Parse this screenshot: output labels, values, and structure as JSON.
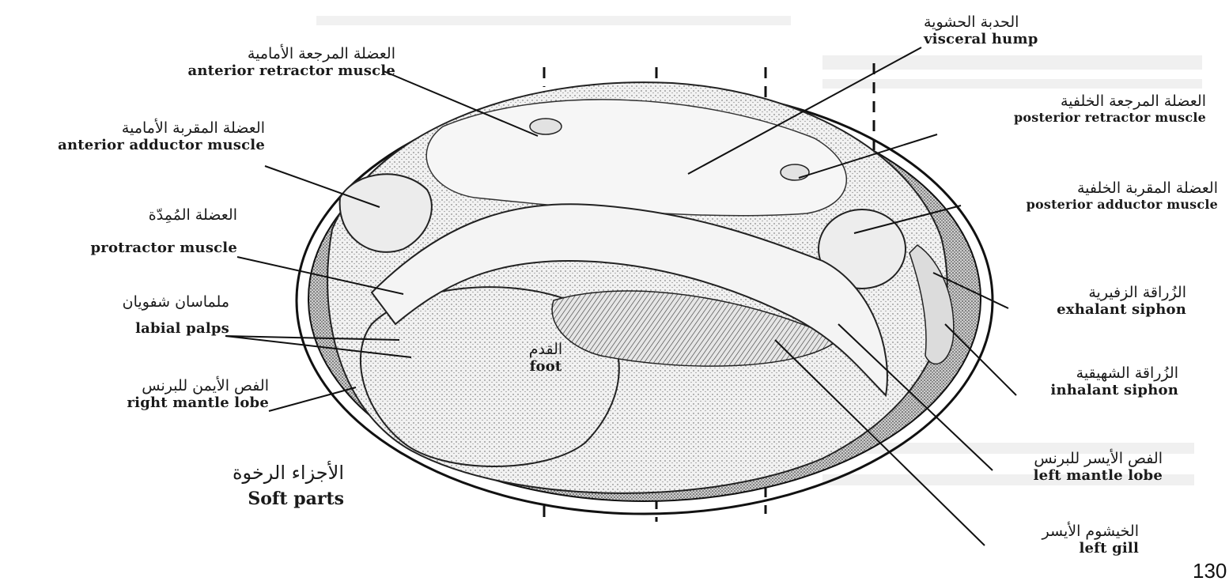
{
  "labels": {
    "visceral_hump": {
      "ar": "الحدبة الحشوية",
      "en": "visceral hump"
    },
    "anterior_retractor": {
      "ar": "العضلة المرجعة الأمامية",
      "en": "anterior retractor muscle"
    },
    "posterior_retractor": {
      "ar": "العضلة المرجعة الخلفية",
      "en": "posterior retractor muscle"
    },
    "anterior_adductor": {
      "ar": "العضلة المقربة الأمامية",
      "en": "anterior adductor muscle"
    },
    "posterior_adductor": {
      "ar": "العضلة المقربة الخلفية",
      "en": "posterior adductor muscle"
    },
    "protractor": {
      "ar": "العضلة المُمِدّة",
      "en": "protractor muscle"
    },
    "exhalant_siphon": {
      "ar": "الزُراقة الزفيرية",
      "en": "exhalant siphon"
    },
    "labial_palps": {
      "ar": "ملماسان شفويان",
      "en": "labial palps"
    },
    "foot": {
      "ar": "القدم",
      "en": "foot"
    },
    "inhalant_siphon": {
      "ar": "الزُراقة الشهيقية",
      "en": "inhalant siphon"
    },
    "right_mantle_lobe": {
      "ar": "الفص الأيمن للبرنس",
      "en": "right mantle lobe"
    },
    "left_mantle_lobe": {
      "ar": "الفص الأيسر للبرنس",
      "en": "left mantle lobe"
    },
    "left_gill": {
      "ar": "الخيشوم الأيسر",
      "en": "left gill"
    }
  },
  "caption": {
    "ar": "الأجزاء الرخوة",
    "en": "Soft parts"
  },
  "page_number": "130"
}
